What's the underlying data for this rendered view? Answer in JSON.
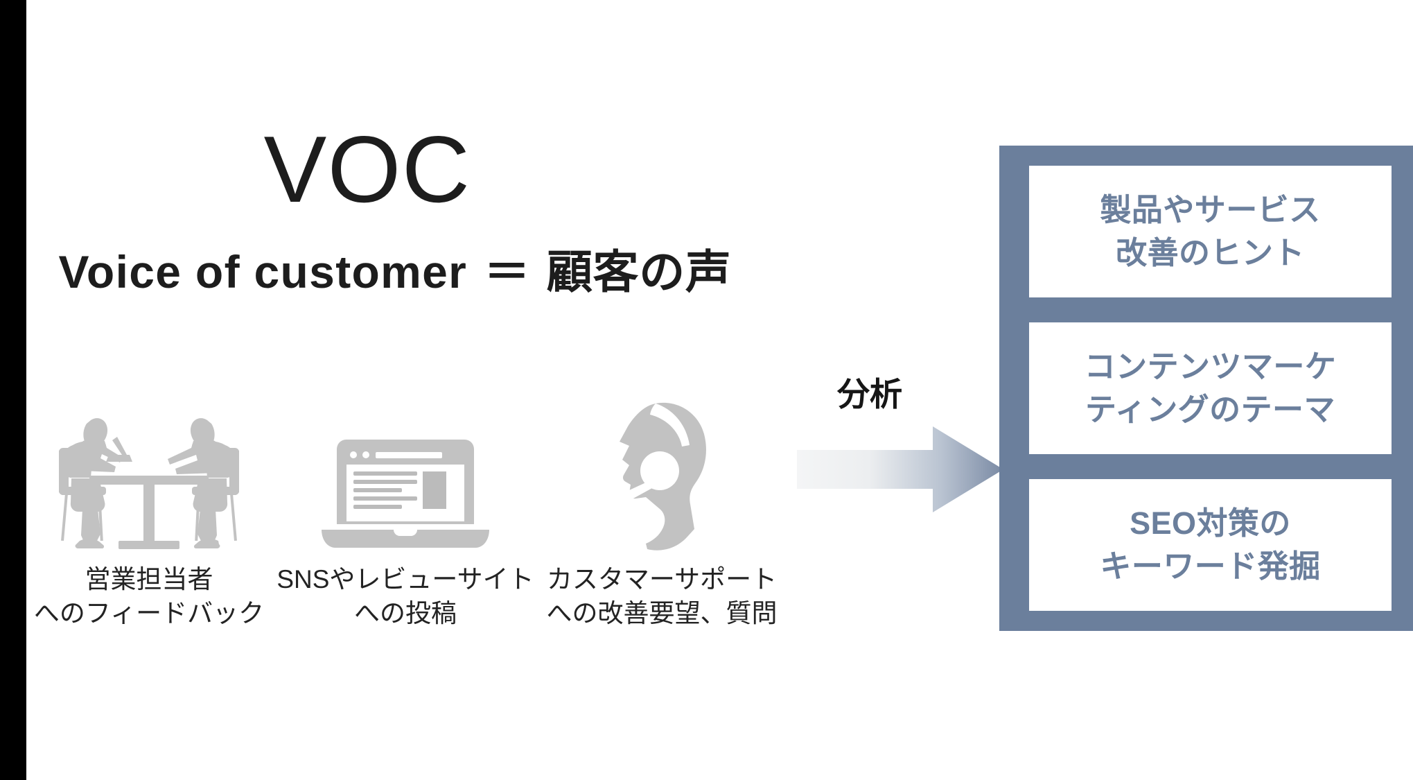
{
  "headline": {
    "title": "VOC",
    "subtitle_en": "Voice of customer",
    "subtitle_equals": "＝",
    "subtitle_ja": "顧客の声"
  },
  "sources": [
    {
      "icon": "meeting-two-people-icon",
      "caption_line1": "営業担当者",
      "caption_line2": "へのフィードバック"
    },
    {
      "icon": "laptop-webpage-icon",
      "caption_line1": "SNSやレビューサイト",
      "caption_line2": "への投稿"
    },
    {
      "icon": "support-agent-headset-icon",
      "caption_line1": "カスタマーサポート",
      "caption_line2": "への改善要望、質問"
    }
  ],
  "analysis": {
    "label": "分析",
    "arrow_icon": "right-arrow-icon"
  },
  "outcomes": [
    {
      "line1": "製品やサービス",
      "line2": "改善のヒント"
    },
    {
      "line1": "コンテンツマーケ",
      "line2": "ティングのテーマ"
    },
    {
      "line1": "SEO対策の",
      "line2": "キーワード発掘"
    }
  ],
  "colors": {
    "panel": "#6b7f9c",
    "outcome_text": "#6b7f9c",
    "icon_gray": "#c2c2c2",
    "text_dark": "#1d1d1d",
    "edge_bar": "#000000",
    "arrow_gradient_start": "#f2f3f4",
    "arrow_gradient_end": "#7c8ca6"
  }
}
